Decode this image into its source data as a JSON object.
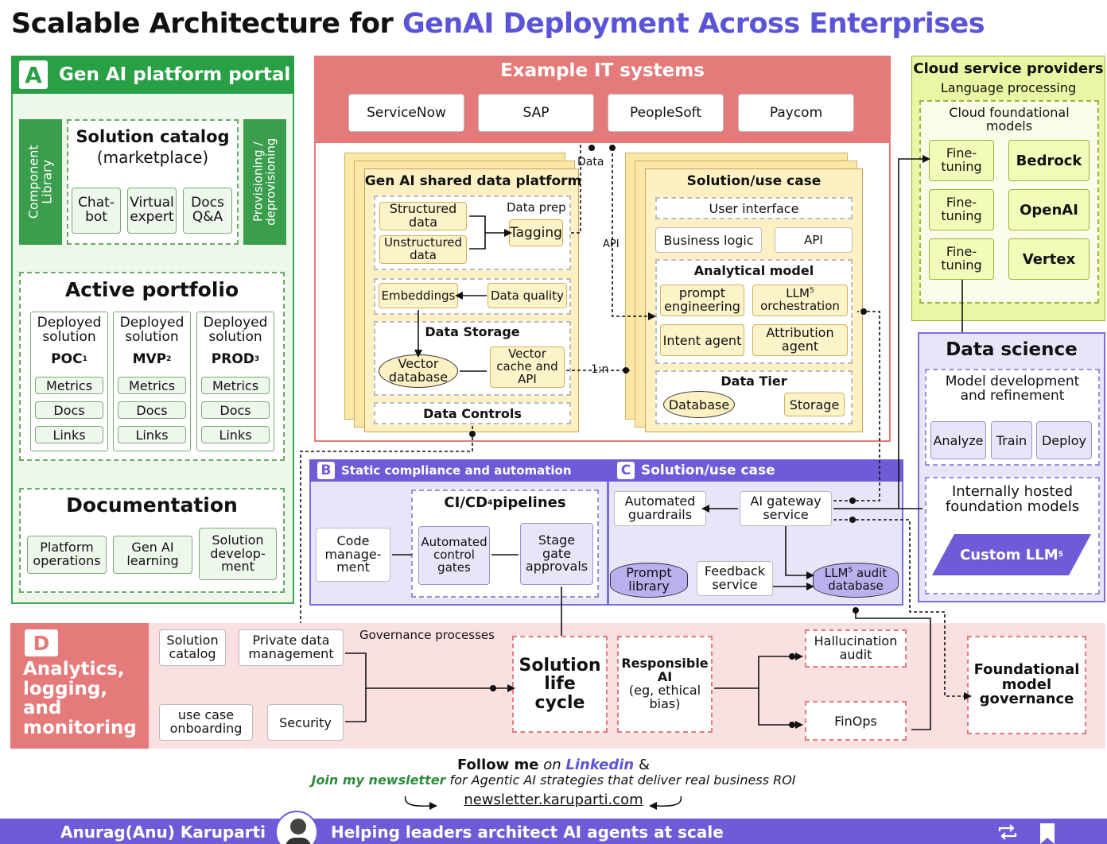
{
  "title": {
    "part1": "Scalable Architecture for ",
    "part2": "GenAI Deployment Across Enterprises"
  },
  "colors": {
    "green": "#29a045",
    "red_header": "#e57a7a",
    "yellow": "#fdf0bf",
    "lime": "#e8f7a4",
    "purple": "#6e5bd8"
  },
  "portal": {
    "letter": "A",
    "title": "Gen AI platform portal",
    "component_library": "Component\nLibrary",
    "provisioning": "Provisioning /\ndeprovisioning",
    "catalog_title": "Solution catalog",
    "catalog_sub": "(marketplace)",
    "catalog_items": [
      "Chat-\nbot",
      "Virtual\nexpert",
      "Docs\nQ&A"
    ],
    "portfolio_title": "Active portfolio",
    "portfolio": [
      {
        "head": "Deployed\nsolution",
        "stage": "POC",
        "sup": "1"
      },
      {
        "head": "Deployed\nsolution",
        "stage": "MVP",
        "sup": "2"
      },
      {
        "head": "Deployed\nsolution",
        "stage": "PROD",
        "sup": "3"
      }
    ],
    "portfolio_items": [
      "Metrics",
      "Docs",
      "Links"
    ],
    "doc_title": "Documentation",
    "doc_items": [
      "Platform\noperations",
      "Gen AI\nlearning",
      "Solution\ndevelop-\nment"
    ]
  },
  "it": {
    "title": "Example IT systems",
    "systems": [
      "ServiceNow",
      "SAP",
      "PeopleSoft",
      "Paycom"
    ],
    "data_label": "Data",
    "api_label": "API",
    "ratio_label": "1:n"
  },
  "shared": {
    "title": "Gen AI shared data platform",
    "structured": "Structured\ndata",
    "unstructured": "Unstructured\ndata",
    "data_prep": "Data prep",
    "tagging": "Tagging",
    "embeddings": "Embeddings",
    "data_quality": "Data quality",
    "storage_title": "Data Storage",
    "vector_db": "Vector\ndatabase",
    "vector_cache": "Vector\ncache and\nAPI",
    "controls": "Data Controls"
  },
  "solution": {
    "title": "Solution/use case",
    "ui": "User interface",
    "logic": "Business logic",
    "api": "API",
    "analytical_title": "Analytical model",
    "prompt_eng": "prompt\nengineering",
    "llm_orch": "LLM",
    "llm_orch2": "orchestration",
    "llm_sup": "5",
    "intent": "Intent agent",
    "attribution": "Attribution\nagent",
    "tier_title": "Data Tier",
    "database": "Database",
    "storage": "Storage"
  },
  "compliance": {
    "letter": "B",
    "title": "Static compliance and automation",
    "code": "Code\nmanage-\nment",
    "cicd_title": "CI/CD",
    "cicd_sup": "4",
    "cicd_suffix": " pipelines",
    "auto_gates": "Automated\ncontrol\ngates",
    "stage_gate": "Stage\ngate\napprovals"
  },
  "sol2": {
    "letter": "C",
    "title": "Solution/use case",
    "guardrails": "Automated\nguardrails",
    "gateway": "AI gateway\nservice",
    "prompt_lib": "Prompt\nlibrary",
    "feedback": "Feedback\nservice",
    "audit_db": "LLM",
    "audit_sup": "5",
    "audit_db2": " audit\ndatabase"
  },
  "cloud": {
    "title": "Cloud service providers",
    "subtitle": "Language processing",
    "inner_title": "Cloud foundational\nmodels",
    "fine": "Fine-\ntuning",
    "providers": [
      "Bedrock",
      "OpenAI",
      "Vertex"
    ]
  },
  "science": {
    "title": "Data science",
    "model_dev": "Model development\nand refinement",
    "steps": [
      "Analyze",
      "Train",
      "Deploy"
    ],
    "internal": "Internally hosted\nfoundation models",
    "custom": "Custom LLM",
    "custom_sup": "5"
  },
  "analytics": {
    "letter": "D",
    "title": "Analytics,\nlogging,\nand\nmonitoring",
    "solution_catalog": "Solution\ncatalog",
    "private_data": "Private data\nmanagement",
    "governance": "Governance processes",
    "use_case": "use case\nonboarding",
    "security": "Security",
    "lifecycle": "Solution\nlife\ncycle",
    "responsible": "Responsible\nAI",
    "responsible_sub": "(eg, ethical\nbias)",
    "hallucination": "Hallucination\naudit",
    "finops": "FinOps",
    "foundational": "Foundational\nmodel\ngovernance"
  },
  "footer": {
    "follow_prefix": "Follow me",
    "follow_on": " on ",
    "linkedin": "Linkedin",
    "amp": " &",
    "join": "Join my newsletter",
    "join_rest": " for Agentic AI strategies that deliver real business ROI",
    "url": "newsletter.karuparti.com",
    "author": "Anurag(Anu) Karuparti",
    "tagline": "Helping leaders architect AI agents at scale"
  }
}
